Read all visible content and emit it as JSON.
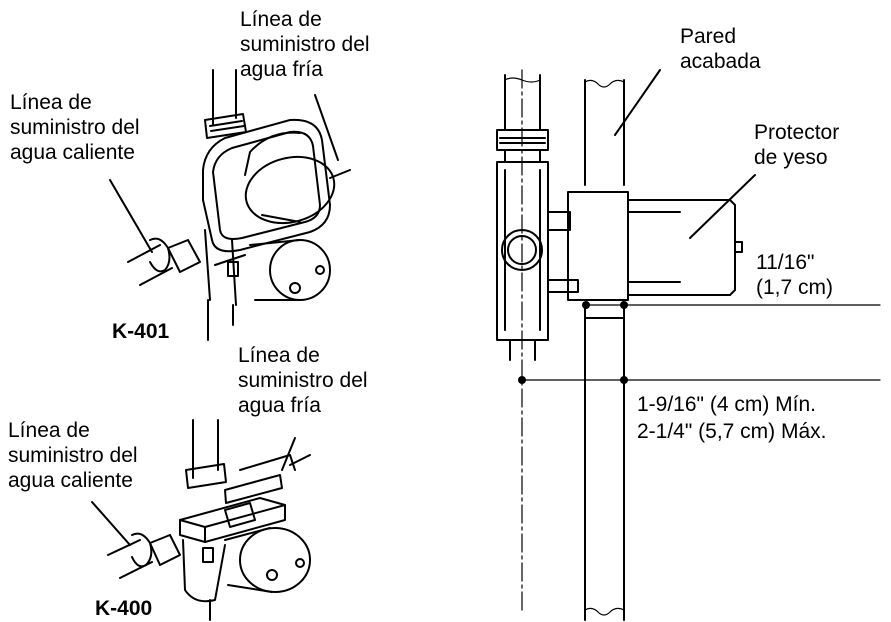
{
  "labels": {
    "k401_cold": [
      "Línea de",
      "suministro del",
      "agua fría"
    ],
    "k401_hot": [
      "Línea de",
      "suministro del",
      "agua caliente"
    ],
    "k400_cold": [
      "Línea de",
      "suministro del",
      "agua fría"
    ],
    "k400_hot": [
      "Línea de",
      "suministro del",
      "agua caliente"
    ],
    "wall": [
      "Pared",
      "acabada"
    ],
    "guard": [
      "Protector",
      "de yeso"
    ],
    "dim_1": [
      "11/16\"",
      "(1,7 cm)"
    ],
    "dim_min": "1-9/16\" (4 cm) Mín.",
    "dim_max": "2-1/4\" (5,7 cm) Máx."
  },
  "models": {
    "top": "K-401",
    "bottom": "K-400"
  }
}
